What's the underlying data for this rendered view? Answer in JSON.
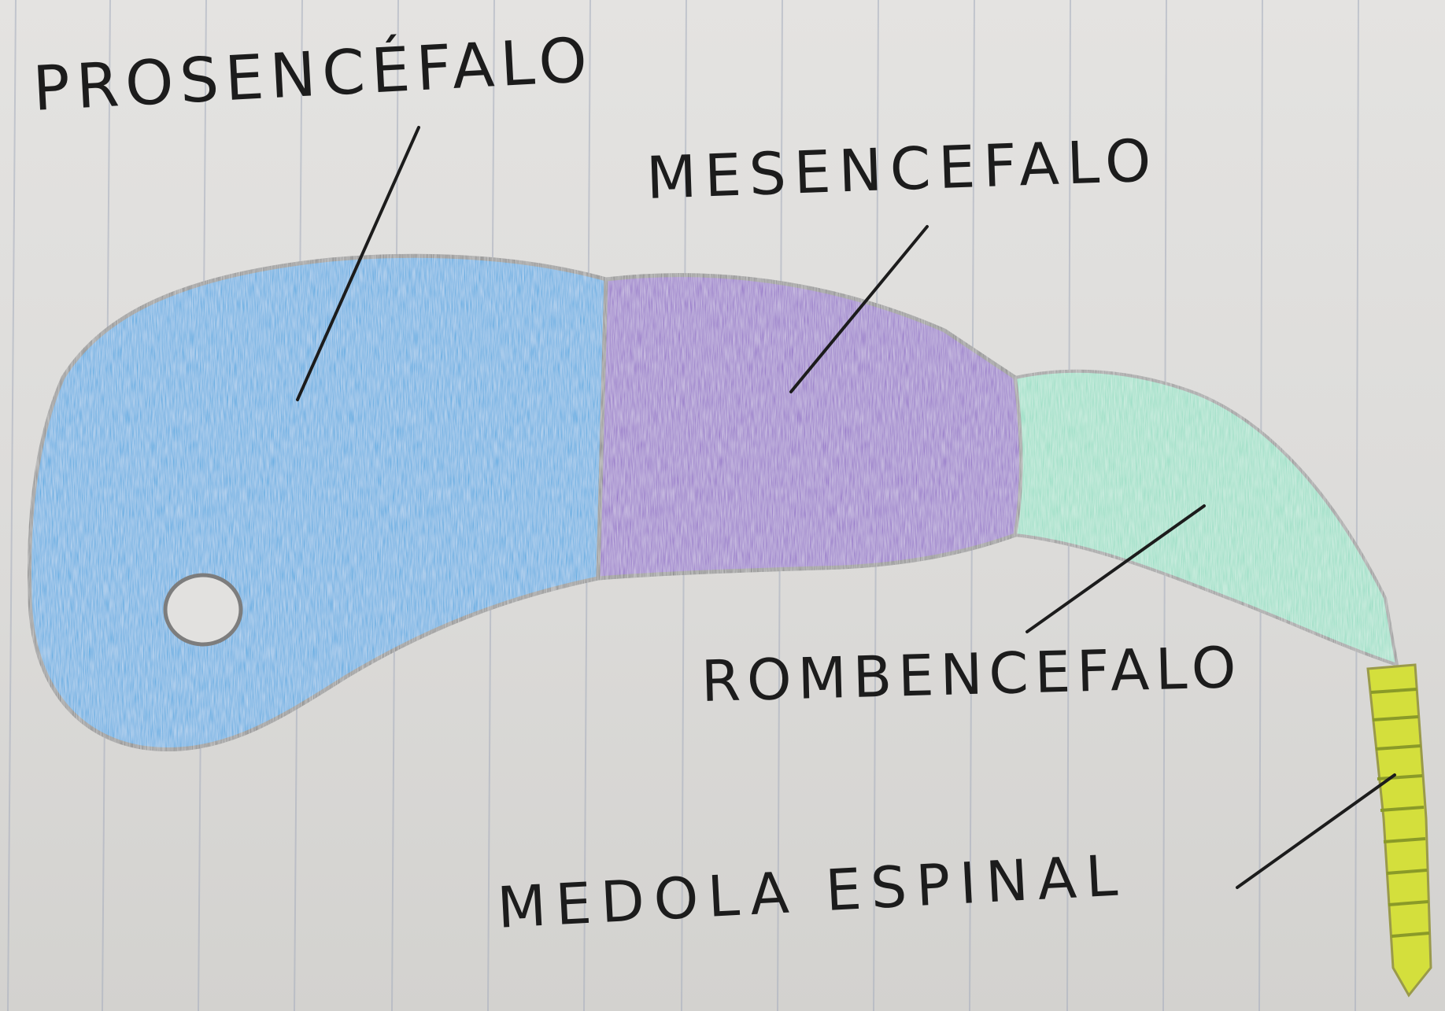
{
  "labels": {
    "prosencefalo": "PROSENCÉFALO",
    "mesencefalo": "MESENCEFALO",
    "rombencefalo": "ROMBENCEFALO",
    "medula_espinal": "MEDOLA ESPINAL"
  },
  "colors": {
    "paper": "#dcdad8",
    "ruled_line": "#9fa6b8",
    "outline": "#7d7d7d",
    "prosencefalo": "#3fa3df",
    "mesencefalo": "#8a63c4",
    "rombencefalo": "#8fdcc0",
    "medula_espinal": "#d4df3c",
    "ink": "#1c1c1c"
  }
}
